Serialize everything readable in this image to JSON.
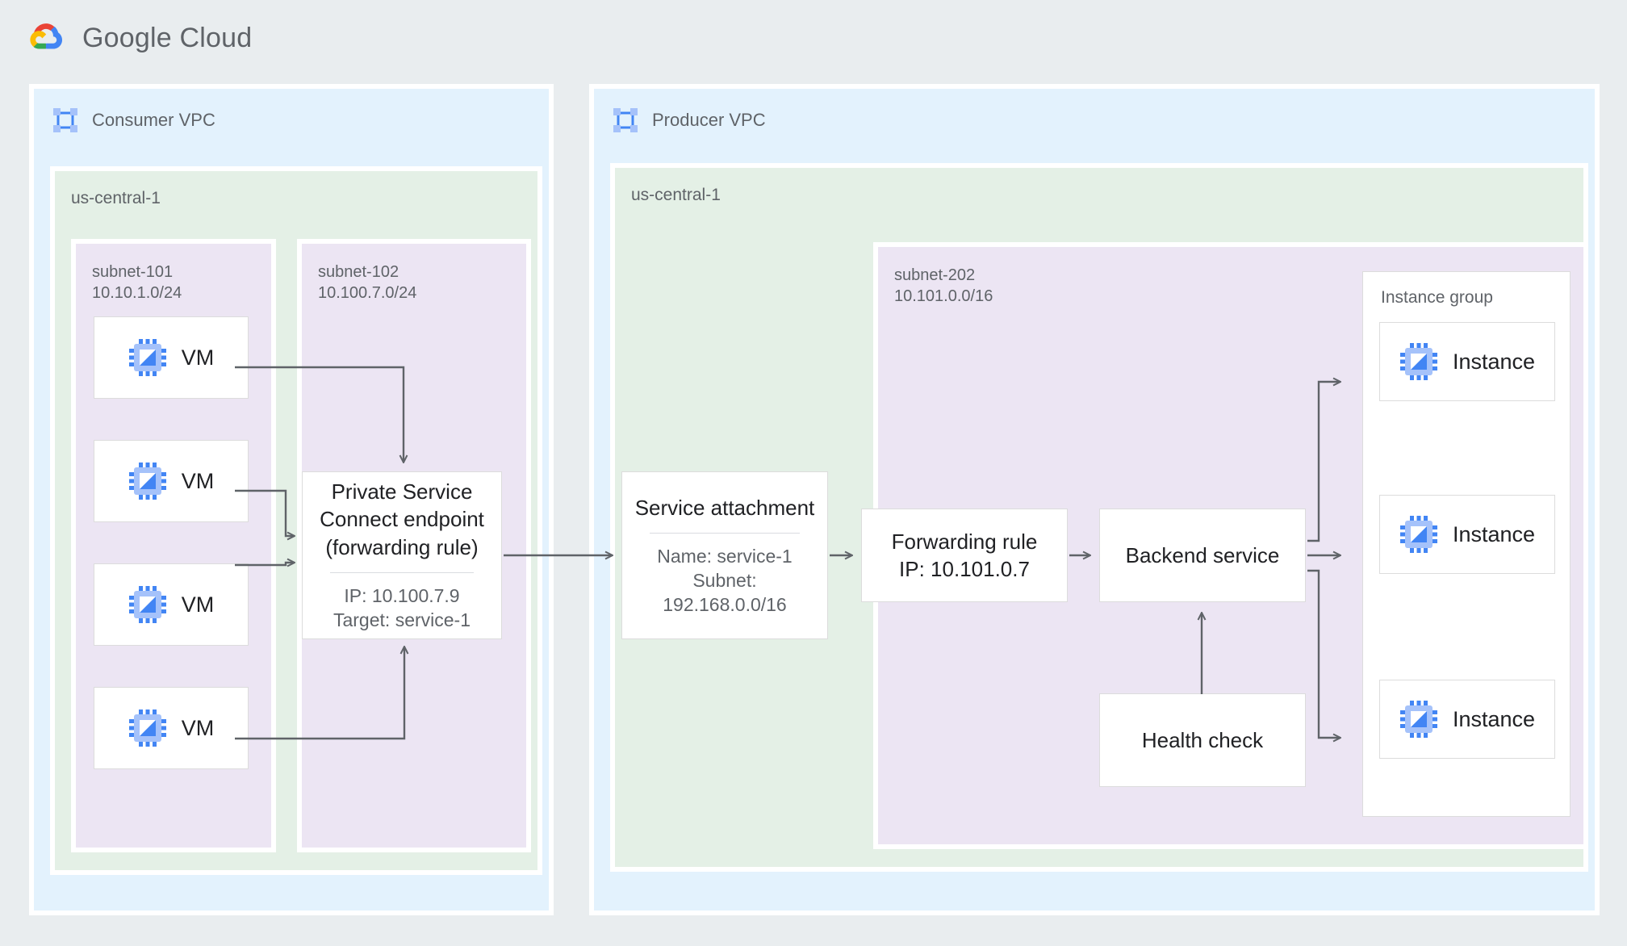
{
  "header": {
    "brand": "Google",
    "brand2": "Cloud",
    "logo_icon": "google-cloud-logo"
  },
  "colors": {
    "page_bg": "#e9edef",
    "vpc_bg": "#e3f2fd",
    "region_bg": "#e4f0e6",
    "subnet_bg": "#ece5f3",
    "card_bg": "#ffffff",
    "card_border": "#dcdcdc",
    "arrow": "#5f6368",
    "text_primary": "#202124",
    "text_secondary": "#5f6368",
    "icon_blue": "#4285f4",
    "icon_blue_light": "#a5c2fa"
  },
  "consumer_vpc": {
    "label": "Consumer VPC",
    "icon": "vpc-icon",
    "region": {
      "label": "us-central-1"
    },
    "subnet_101": {
      "label": "subnet-101\n10.10.1.0/24",
      "name": "subnet-101",
      "cidr": "10.10.1.0/24",
      "vms": [
        {
          "label": "VM",
          "icon": "chip-icon"
        },
        {
          "label": "VM",
          "icon": "chip-icon"
        },
        {
          "label": "VM",
          "icon": "chip-icon"
        },
        {
          "label": "VM",
          "icon": "chip-icon"
        }
      ]
    },
    "subnet_102": {
      "label": "subnet-102\n10.100.7.0/24",
      "name": "subnet-102",
      "cidr": "10.100.7.0/24",
      "psc_endpoint": {
        "title": "Private Service\nConnect endpoint\n(forwarding rule)",
        "details": "IP: 10.100.7.9\nTarget: service-1",
        "ip": "IP: 10.100.7.9",
        "target": "Target: service-1"
      }
    }
  },
  "producer_vpc": {
    "label": "Producer VPC",
    "icon": "vpc-icon",
    "region": {
      "label": "us-central-1"
    },
    "service_attachment": {
      "title": "Service attachment",
      "details": "Name: service-1\nSubnet:\n192.168.0.0/16",
      "name_line": "Name: service-1",
      "subnet_line": "Subnet:",
      "cidr_line": "192.168.0.0/16"
    },
    "subnet_202": {
      "label": "subnet-202\n10.101.0.0/16",
      "name": "subnet-202",
      "cidr": "10.101.0.0/16",
      "forwarding_rule": {
        "title": "Forwarding rule\nIP: 10.101.0.7"
      },
      "backend_service": {
        "title": "Backend service"
      },
      "health_check": {
        "title": "Health check"
      },
      "instance_group": {
        "label": "Instance group",
        "instances": [
          {
            "label": "Instance",
            "icon": "chip-icon"
          },
          {
            "label": "Instance",
            "icon": "chip-icon"
          },
          {
            "label": "Instance",
            "icon": "chip-icon"
          }
        ]
      }
    }
  }
}
